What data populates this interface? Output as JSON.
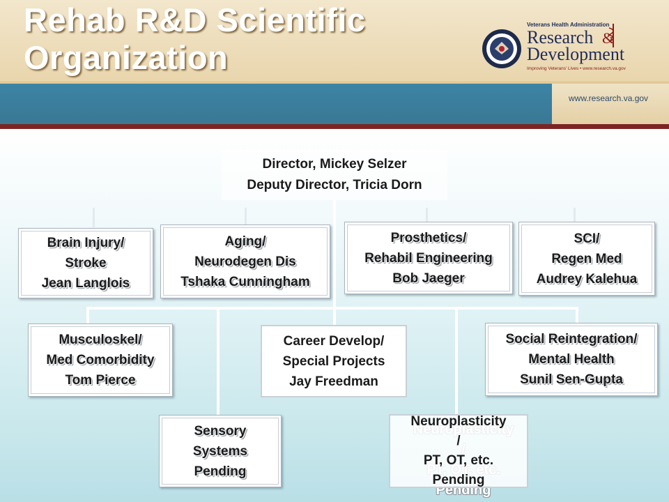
{
  "title": {
    "line1": "Rehab R&D Scientific",
    "line2": "Organization"
  },
  "logo": {
    "top_text": "Veterans Health Administration",
    "research": "Research",
    "ampersand": "&",
    "development": "Development",
    "tagline": "Improving Veterans' Lives • www.research.va.gov",
    "url": "www.research.va.gov"
  },
  "director": {
    "line1": "Director, Mickey Selzer",
    "line2": "Deputy Director, Tricia Dorn"
  },
  "units": {
    "brain_injury": [
      "Brain Injury/",
      "Stroke",
      "Jean Langlois"
    ],
    "aging": [
      "Aging/",
      "Neurodegen Dis",
      "Tshaka Cunningham"
    ],
    "prosthetics": [
      "Prosthetics/",
      "Rehabil Engineering",
      "Bob Jaeger"
    ],
    "sci": [
      "SCI/",
      "Regen Med",
      "Audrey Kalehua"
    ],
    "musculoskel": [
      "Musculoskel/",
      "Med Comorbidity",
      "Tom Pierce"
    ],
    "career": [
      "Career Develop/",
      "Special Projects",
      "Jay Freedman"
    ],
    "social": [
      "Social Reintegration/",
      "Mental Health",
      "Sunil Sen-Gupta"
    ],
    "sensory": [
      "Sensory",
      "Systems",
      "Pending"
    ],
    "neuro": [
      "Neuroplasticity",
      "/",
      "PT, OT, etc.",
      "Pending"
    ]
  }
}
